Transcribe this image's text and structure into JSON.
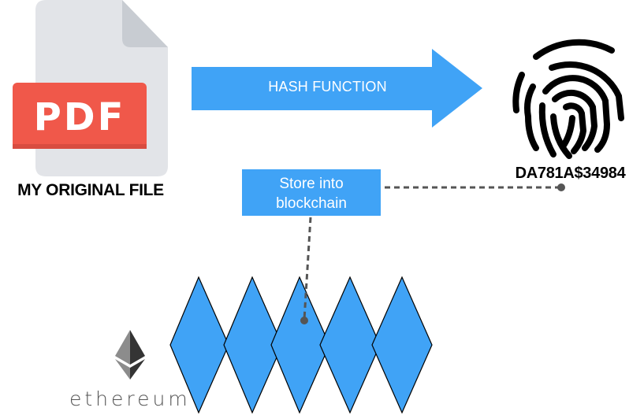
{
  "colors": {
    "accent_blue": "#40a3f6",
    "pdf_red": "#f0584a",
    "doc_grey": "#e2e4e8",
    "doc_fold": "#c8ccd2",
    "dash_grey": "#555555",
    "eth_dark": "#343434",
    "eth_mid": "#8c8c8c"
  },
  "source_file": {
    "badge_text": "PDF",
    "label": "MY ORIGINAL FILE"
  },
  "hash_arrow": {
    "label": "HASH FUNCTION"
  },
  "fingerprint": {
    "hash_value": "DA781A$34984"
  },
  "store_step": {
    "label": "Store into blockchain"
  },
  "blockchain": {
    "block_count": 5,
    "brand_text": "ethereum"
  },
  "icons": [
    "pdf-file-icon",
    "fingerprint-icon",
    "ethereum-logo-icon"
  ]
}
